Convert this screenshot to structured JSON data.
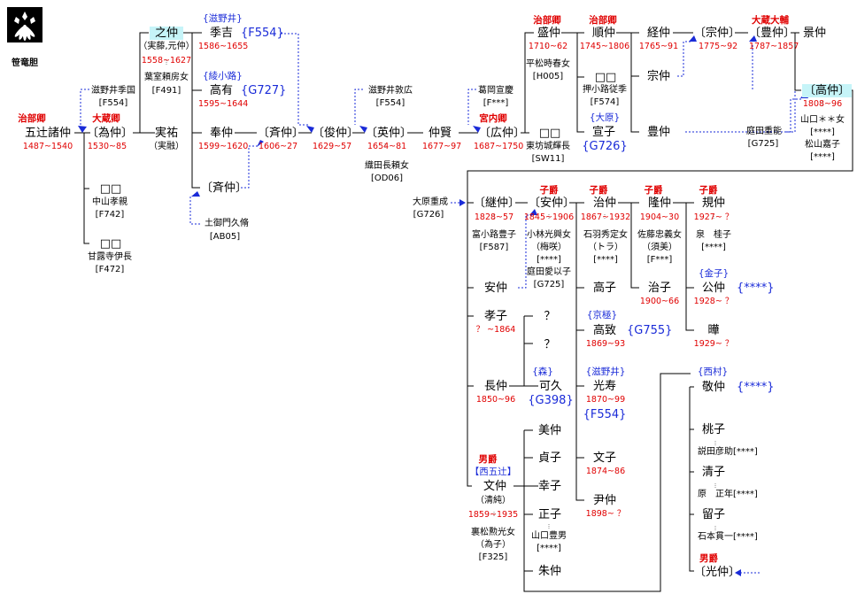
{
  "crest": {
    "name": "笹竜胆",
    "icon": "sasa-rindo-crest-icon"
  },
  "colors": {
    "title": "#e00000",
    "family": "#1a2bd8",
    "highlight": "#c6f4f8",
    "adoption_line": "#1a2bd8"
  },
  "people": {
    "moronaka": {
      "name": "五辻諸仲",
      "title": "治部卿",
      "years": "1487~1540"
    },
    "tamenaka": {
      "name": "〔為仲〕",
      "title": "大蔵卿",
      "years": "1530~85"
    },
    "tamenaka_bio": {
      "name": "滋野井季国",
      "code": "[F554]"
    },
    "sane_suke": {
      "name": "実祐",
      "alias": "（実融）"
    },
    "yukinaka": {
      "name": "之仲",
      "alias": "（実藤,元仲）",
      "years": "1558~1627",
      "spouse": "葉室頼房女",
      "spouse_code": "[F491]"
    },
    "child_nakayama": {
      "name": "□□",
      "spouse": "中山孝親",
      "spouse_code": "[F742]"
    },
    "child_kanroji": {
      "name": "□□",
      "spouse": "甘露寺伊長",
      "spouse_code": "[F472]"
    },
    "suekichi": {
      "name": "季吉",
      "family": "{滋野井}",
      "code": "{F554}",
      "years": "1586~1655"
    },
    "takaari": {
      "name": "高有",
      "family": "{綾小路}",
      "code": "{G727}",
      "years": "1595~1644"
    },
    "tomonaka": {
      "name": "奉仲",
      "years": "1599~1620"
    },
    "narinaka1": {
      "name": "〔斉仲〕",
      "years": "1606~27"
    },
    "narinaka2": {
      "name": "〔斉仲〕"
    },
    "tsuchimikado": {
      "name": "土御門久脩",
      "code": "[AB05]"
    },
    "toshinaka": {
      "name": "〔俊仲〕",
      "years": "1629~57"
    },
    "hidenaka": {
      "name": "〔英仲〕",
      "years": "1654~81",
      "spouse": "織田長頼女",
      "spouse_code": "[OD06]"
    },
    "shigenoi_atsuhiro": {
      "name": "滋野井敦広",
      "code": "[F554]"
    },
    "nakakata": {
      "name": "仲賢",
      "years": "1677~97"
    },
    "hironaka": {
      "name": "〔広仲〕",
      "title": "宮内卿",
      "years": "1687~1750"
    },
    "kuzuoka": {
      "name": "葛岡宣慶",
      "code": "[F***]"
    },
    "morinaka": {
      "name": "盛仲",
      "title": "治部卿",
      "years": "1710~62",
      "spouse": "平松時春女",
      "spouse_code": "[H005]"
    },
    "child_higashibo": {
      "name": "□□",
      "spouse": "東坊城輝長",
      "spouse_code": "[SW11]"
    },
    "yorinaka": {
      "name": "順仲",
      "title": "治部卿",
      "years": "1745~1806"
    },
    "child_oshikoji": {
      "name": "□□",
      "spouse": "押小路従季",
      "spouse_code": "[F574]"
    },
    "nobuko": {
      "name": "宣子",
      "family": "{大原}",
      "code": "{G726}"
    },
    "tsunenaka": {
      "name": "経仲",
      "years": "1765~91"
    },
    "munenaka_b": {
      "name": "宗仲"
    },
    "toyonaka_b": {
      "name": "豊仲"
    },
    "munenaka": {
      "name": "〔宗仲〕",
      "years": "1775~92"
    },
    "toyonaka": {
      "name": "〔豊仲〕",
      "title": "大蔵大輔",
      "years": "1787~1857"
    },
    "kagenaka": {
      "name": "景仲"
    },
    "niwata": {
      "name": "庭田重能",
      "code": "[G725]"
    },
    "takanaka": {
      "name": "〔高仲〕",
      "years": "1808~96",
      "spouse1": "山口＊＊女",
      "spouse1_code": "[****]",
      "spouse2": "松山嘉子",
      "spouse2_code": "[****]"
    },
    "ohara_shigenari": {
      "name": "大原重成",
      "code": "[G726]"
    },
    "tsugunaka": {
      "name": "〔継仲〕",
      "years": "1828~57",
      "spouse": "富小路豊子",
      "spouse_code": "[F587]"
    },
    "yasunaka": {
      "name": "〔安仲〕",
      "title": "子爵",
      "years": "1845~1906",
      "spouse1": "小林光興女",
      "spouse1_alias": "（梅咲）",
      "spouse1_code": "[****]",
      "spouse2": "庭田愛以子",
      "spouse2_code": "[G725]"
    },
    "yasunaka_b": {
      "name": "安仲"
    },
    "takako": {
      "name": "孝子",
      "years": "？ ~1864"
    },
    "q1": {
      "name": "？"
    },
    "q2": {
      "name": "？"
    },
    "naganaka": {
      "name": "長仲",
      "years": "1850~96"
    },
    "kahisa": {
      "name": "可久",
      "family": "{森}",
      "code": "{G398}"
    },
    "fuminaka": {
      "name": "文仲",
      "title": "男爵",
      "family": "【西五辻】",
      "alias": "（清純）",
      "years": "1859~1935",
      "spouse": "裏松勲光女",
      "spouse_alias": "（為子）",
      "spouse_code": "[F325]"
    },
    "yoshinaka": {
      "name": "美仲"
    },
    "sadako": {
      "name": "貞子"
    },
    "sachiko": {
      "name": "幸子"
    },
    "masako": {
      "name": "正子",
      "spouse": "山口豊男",
      "spouse_code": "[****]"
    },
    "akenaka": {
      "name": "朱仲"
    },
    "harunaka": {
      "name": "治仲",
      "title": "子爵",
      "years": "1867~1932",
      "spouse": "石羽秀定女",
      "spouse_alias": "（トラ）",
      "spouse_code": "[****]"
    },
    "takako2": {
      "name": "高子"
    },
    "takamune": {
      "name": "高致",
      "family": "{京極}",
      "code": "{G755}",
      "years": "1869~93"
    },
    "mitsuhisa": {
      "name": "光寿",
      "family": "{滋野井}",
      "code": "{F554}",
      "years": "1870~99"
    },
    "fumiko": {
      "name": "文子",
      "years": "1874~86"
    },
    "tadanaka": {
      "name": "尹仲",
      "years": "1898~ ？"
    },
    "takanaka2": {
      "name": "隆仲",
      "title": "子爵",
      "years": "1904~30",
      "spouse": "佐藤忠義女",
      "spouse_alias": "（須美）",
      "spouse_code": "[F***]"
    },
    "haruko": {
      "name": "治子",
      "years": "1900~66"
    },
    "norinaka": {
      "name": "規仲",
      "title": "子爵",
      "years": "1927~ ？",
      "spouse": "泉　桂子",
      "spouse_code": "[****]"
    },
    "kiminaka": {
      "name": "公仲",
      "family": "{金子}",
      "code": "{****}",
      "years": "1928~ ？"
    },
    "akira": {
      "name": "曄",
      "years": "1929~ ？"
    },
    "keinaka": {
      "name": "敬仲",
      "family": "{西村}",
      "code": "{****}"
    },
    "momoko": {
      "name": "桃子",
      "spouse": "説田彦助[****]"
    },
    "kiyoko": {
      "name": "清子",
      "spouse": "原　正年[****]"
    },
    "tomeko": {
      "name": "留子",
      "spouse": "石本貫一[****]"
    },
    "mitsunaka": {
      "name": "〔光仲〕",
      "title": "男爵"
    }
  }
}
